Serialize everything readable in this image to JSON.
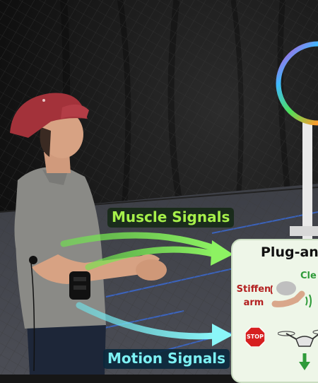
{
  "labels": {
    "muscle": "Muscle Signals",
    "motion": "Motion Signals"
  },
  "panel": {
    "title": "Plug-an",
    "stiffen": "Stiffen",
    "arm": "arm",
    "clench": "Cle",
    "stop": "STOP"
  },
  "colors": {
    "muscle_arrow": "#7ef05a",
    "motion_arrow": "#7df1f4",
    "cap": "#a3323a",
    "shirt": "#8a8a86",
    "panel_bg": "#eef6e8",
    "stiffen_text": "#b32020",
    "clench_text": "#2f9b3a"
  }
}
